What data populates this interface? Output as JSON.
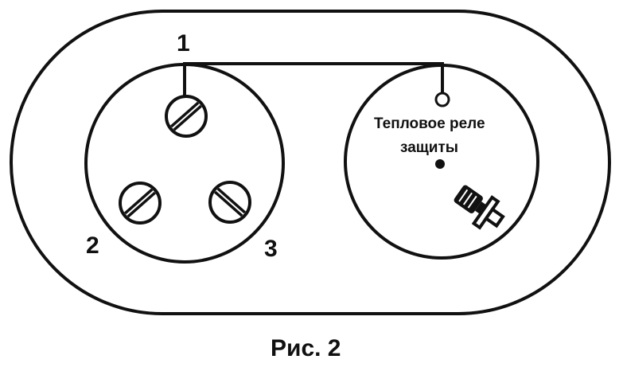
{
  "figure": {
    "caption": "Рис. 2",
    "terminals": [
      {
        "id": "1",
        "label": "1"
      },
      {
        "id": "2",
        "label": "2"
      },
      {
        "id": "3",
        "label": "3"
      }
    ],
    "relay": {
      "line1": "Тепловое реле",
      "line2": "защиты"
    }
  },
  "colors": {
    "ink": "#111111",
    "background": "#ffffff",
    "screw_fill": "#ffffff"
  },
  "icons": {
    "screw": "slotted-screw-head-icon",
    "reset_button": "reset-button-icon"
  }
}
